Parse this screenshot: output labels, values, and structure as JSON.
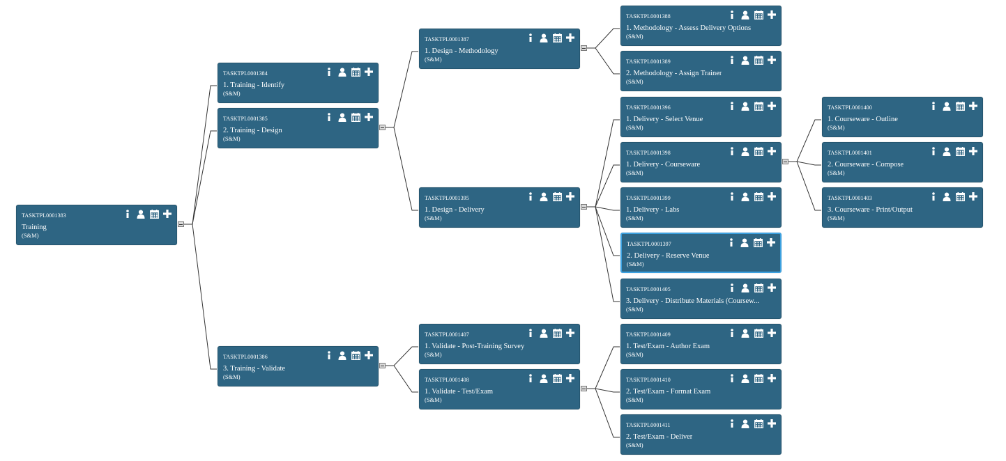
{
  "tree": {
    "theme": {
      "node_color": "#2e6583",
      "link_color": "#333333",
      "selected_border": "#3ca1e0"
    },
    "node_actions": [
      "info-icon",
      "user-icon",
      "calendar-icon",
      "plus-icon"
    ],
    "nodes": [
      {
        "id": "n1383",
        "code": "TASKTPL0001383",
        "title": "Training",
        "sub": "(S&M)"
      },
      {
        "id": "n1384",
        "code": "TASKTPL0001384",
        "title": "1. Training - Identify",
        "sub": "(S&M)"
      },
      {
        "id": "n1385",
        "code": "TASKTPL0001385",
        "title": "2. Training - Design",
        "sub": "(S&M)"
      },
      {
        "id": "n1386",
        "code": "TASKTPL0001386",
        "title": "3. Training - Validate",
        "sub": "(S&M)"
      },
      {
        "id": "n1387",
        "code": "TASKTPL0001387",
        "title": "1. Design - Methodology",
        "sub": "(S&M)"
      },
      {
        "id": "n1395",
        "code": "TASKTPL0001395",
        "title": "1. Design - Delivery",
        "sub": "(S&M)"
      },
      {
        "id": "n1407",
        "code": "TASKTPL0001407",
        "title": "1. Validate - Post-Training Survey",
        "sub": "(S&M)"
      },
      {
        "id": "n1408",
        "code": "TASKTPL0001408",
        "title": "1. Validate - Test/Exam",
        "sub": "(S&M)"
      },
      {
        "id": "n1388",
        "code": "TASKTPL0001388",
        "title": "1. Methodology - Assess Delivery Options",
        "sub": "(S&M)"
      },
      {
        "id": "n1389",
        "code": "TASKTPL0001389",
        "title": "2. Methodology - Assign Trainer",
        "sub": "(S&M)"
      },
      {
        "id": "n1396",
        "code": "TASKTPL0001396",
        "title": "1. Delivery - Select Venue",
        "sub": "(S&M)"
      },
      {
        "id": "n1398",
        "code": "TASKTPL0001398",
        "title": "1. Delivery - Courseware",
        "sub": "(S&M)"
      },
      {
        "id": "n1399",
        "code": "TASKTPL0001399",
        "title": "1. Delivery - Labs",
        "sub": "(S&M)"
      },
      {
        "id": "n1397",
        "code": "TASKTPL0001397",
        "title": "2. Delivery - Reserve Venue",
        "sub": "(S&M)"
      },
      {
        "id": "n1405",
        "code": "TASKTPL0001405",
        "title": "3. Delivery - Distribute Materials (Coursew...",
        "sub": "(S&M)"
      },
      {
        "id": "n1409",
        "code": "TASKTPL0001409",
        "title": "1. Test/Exam - Author Exam",
        "sub": "(S&M)"
      },
      {
        "id": "n1410",
        "code": "TASKTPL0001410",
        "title": "2. Test/Exam - Format Exam",
        "sub": "(S&M)"
      },
      {
        "id": "n1411",
        "code": "TASKTPL0001411",
        "title": "2. Test/Exam - Deliver",
        "sub": "(S&M)"
      },
      {
        "id": "n1400",
        "code": "TASKTPL0001400",
        "title": "1. Courseware - Outline",
        "sub": "(S&M)"
      },
      {
        "id": "n1401",
        "code": "TASKTPL0001401",
        "title": "2. Courseware - Compose",
        "sub": "(S&M)"
      },
      {
        "id": "n1403",
        "code": "TASKTPL0001403",
        "title": "3. Courseware - Print/Output",
        "sub": "(S&M)"
      }
    ],
    "edges": [
      [
        "n1383",
        "n1384"
      ],
      [
        "n1383",
        "n1385"
      ],
      [
        "n1383",
        "n1386"
      ],
      [
        "n1385",
        "n1387"
      ],
      [
        "n1385",
        "n1395"
      ],
      [
        "n1386",
        "n1407"
      ],
      [
        "n1386",
        "n1408"
      ],
      [
        "n1387",
        "n1388"
      ],
      [
        "n1387",
        "n1389"
      ],
      [
        "n1395",
        "n1396"
      ],
      [
        "n1395",
        "n1398"
      ],
      [
        "n1395",
        "n1399"
      ],
      [
        "n1395",
        "n1397"
      ],
      [
        "n1395",
        "n1405"
      ],
      [
        "n1408",
        "n1409"
      ],
      [
        "n1408",
        "n1410"
      ],
      [
        "n1408",
        "n1411"
      ],
      [
        "n1398",
        "n1400"
      ],
      [
        "n1398",
        "n1401"
      ],
      [
        "n1398",
        "n1403"
      ]
    ],
    "selected": "n1397"
  }
}
